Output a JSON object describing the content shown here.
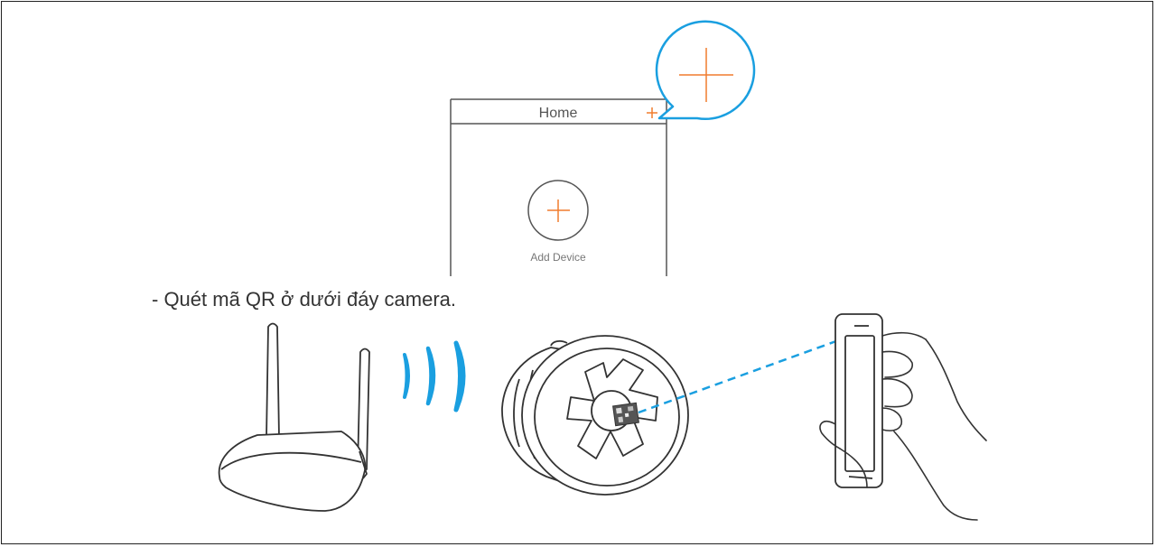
{
  "app_screen": {
    "title": "Home",
    "add_device_label": "Add Device"
  },
  "instruction": "- Quét mã QR ở dưới đáy camera.",
  "colors": {
    "accent_orange": "#f07c2e",
    "callout_blue": "#1a9fe0",
    "wifi_blue": "#1a9fe0",
    "line_dark": "#333333"
  },
  "icons": [
    "plus-icon",
    "router",
    "wifi-signal",
    "camera",
    "qr-code",
    "phone",
    "hand"
  ]
}
